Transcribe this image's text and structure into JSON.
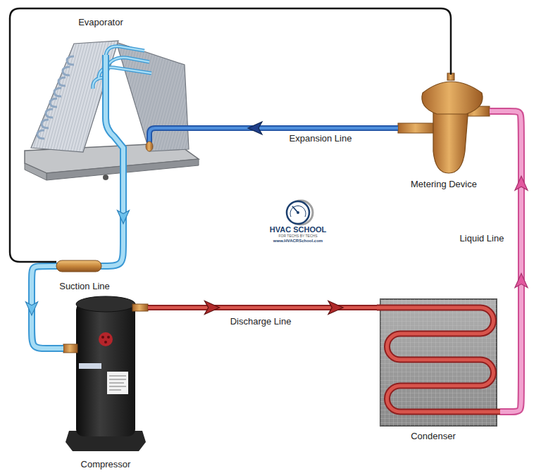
{
  "diagram": {
    "nodes": [
      {
        "text": [
          "Evaporator"
        ]
      },
      {
        "text": [
          "Metering Device"
        ]
      },
      {
        "text": [
          "Compressor"
        ]
      },
      {
        "text": [
          "Condenser"
        ]
      }
    ],
    "edges": [
      {
        "from": 1,
        "to": 0,
        "arrow": "to",
        "label": "Expansion Line"
      },
      {
        "from": 0,
        "to": 2,
        "arrow": "to",
        "label": "Suction Line"
      },
      {
        "from": 2,
        "to": 3,
        "arrow": "to",
        "label": "Discharge Line"
      },
      {
        "from": 3,
        "to": 1,
        "arrow": "to",
        "label": "Liquid Line"
      }
    ],
    "labels": [
      "HVAC SCHOOL",
      "FOR TECHS BY TECHS",
      "www.HVACRSchool.com"
    ]
  }
}
